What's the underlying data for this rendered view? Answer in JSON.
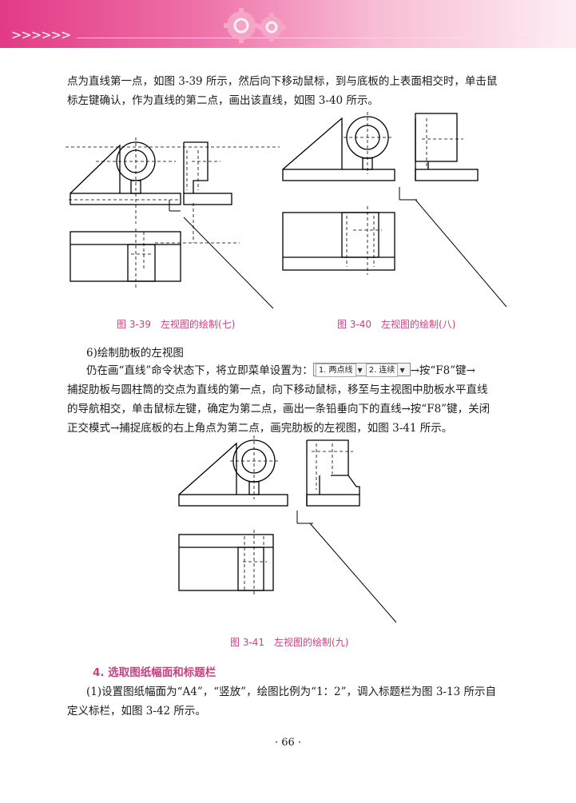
{
  "header": {
    "arrows": ">>>>>>"
  },
  "para1": {
    "line1": "点为直线第一点，如图 3-39 所示，然后向下移动鼠标，到与底板的上表面相交时，单击鼠",
    "line2": "标左键确认，作为直线的第二点，画出该直线，如图 3-40 所示。"
  },
  "figures": {
    "fig39_caption": "图 3-39　左视图的绘制(七)",
    "fig40_caption": "图 3-40　左视图的绘制(八)",
    "fig41_caption": "图 3-41　左视图的绘制(九)"
  },
  "sub_heading": "6)绘制肋板的左视图",
  "para2": {
    "line1_prefix": "仍在画“直线”命令状态下，将立即菜单设置为：",
    "menu_item1": "1. 两点线",
    "menu_item2": "2. 连续",
    "line1_suffix": "→按“F8”键→",
    "line2": "捕捉肋板与圆柱筒的交点为直线的第一点，向下移动鼠标，移至与主视图中肋板水平直线",
    "line3": "的导航相交，单击鼠标左键，确定为第二点，画出一条铅垂向下的直线→按“F8”键，关闭",
    "line4": "正交模式→捕捉底板的右上角点为第二点，画完肋板的左视图，如图 3-41 所示。"
  },
  "section4": {
    "heading": "4. 选取图纸幅面和标题栏",
    "line1": "(1)设置图纸幅面为“A4”，“竖放”，绘图比例为“1：2”，调入标题栏为图 3-13 所示自",
    "line2": "定义标栏，如图 3-42 所示。"
  },
  "page_number": "· 66 ·",
  "colors": {
    "accent": "#c8417f",
    "header_start": "#e23a86",
    "header_end": "#fdeef4"
  }
}
